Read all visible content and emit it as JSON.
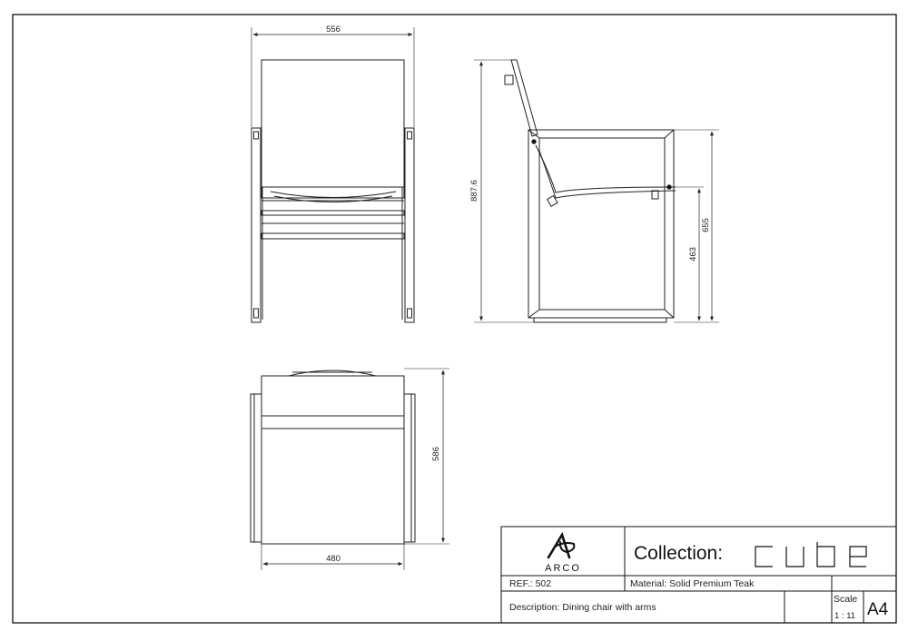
{
  "dimensions": {
    "front_width": "556",
    "side_height": "887.6",
    "side_arm_height": "655",
    "side_seat_height": "463",
    "top_depth": "586",
    "top_width": "480"
  },
  "title_block": {
    "logo_text": "ARCO",
    "collection_label": "Collection:",
    "collection_name": "cube",
    "ref": "REF.: 502",
    "material": "Material: Solid Premium Teak",
    "description": "Description: Dining chair with arms",
    "scale_label": "Scale",
    "scale_value": "1 : 11",
    "paper_size": "A4"
  }
}
